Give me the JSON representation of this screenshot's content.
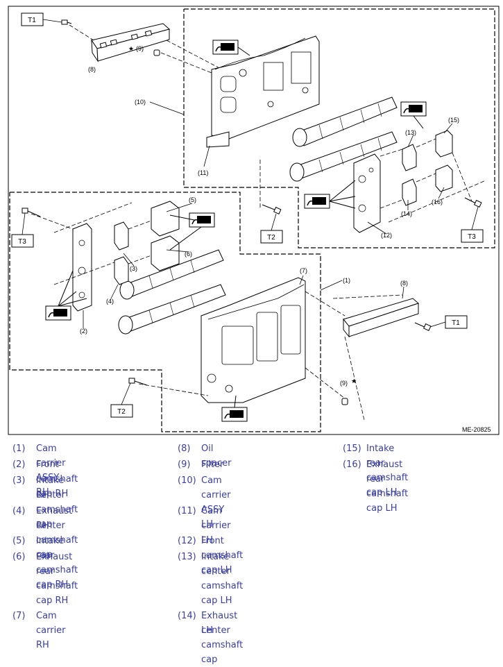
{
  "figure": {
    "id": "ME-20825",
    "tool_labels": [
      "T1",
      "T2",
      "T3",
      "T1",
      "T2",
      "T3"
    ],
    "callouts": {
      "c1": "(1)",
      "c2": "(2)",
      "c3": "(3)",
      "c4": "(4)",
      "c5": "(5)",
      "c6": "(6)",
      "c7": "(7)",
      "c8a": "(8)",
      "c8b": "(8)",
      "c9a": "(9)",
      "c9b": "(9)",
      "c10": "(10)",
      "c11": "(11)",
      "c12": "(12)",
      "c13": "(13)",
      "c14": "(14)",
      "c15": "(15)",
      "c16": "(16)"
    },
    "star": "★"
  },
  "legend": {
    "items": [
      {
        "num": "(1)",
        "text": "Cam carrier ASSY RH"
      },
      {
        "num": "(2)",
        "text": "Front camshaft cap RH"
      },
      {
        "num": "(3)",
        "text": "Intake center camshaft cap"
      },
      {
        "num": "",
        "text": "RH"
      },
      {
        "num": "(4)",
        "text": "Exhaust center camshaft cap"
      },
      {
        "num": "",
        "text": "RH"
      },
      {
        "num": "(5)",
        "text": "Intake rear camshaft cap RH"
      },
      {
        "num": "(6)",
        "text": "Exhaust rear camshaft cap RH"
      },
      {
        "num": "(7)",
        "text": "Cam carrier RH"
      },
      {
        "num": "(8)",
        "text": "Oil spacer"
      },
      {
        "num": "(9)",
        "text": "Filter"
      },
      {
        "num": "(10)",
        "text": "Cam carrier ASSY LH"
      },
      {
        "num": "(11)",
        "text": "Cam carrier LH"
      },
      {
        "num": "(12)",
        "text": "Front camshaft cap LH"
      },
      {
        "num": "(13)",
        "text": "Intake center camshaft cap LH"
      },
      {
        "num": "(14)",
        "text": "Exhaust center camshaft cap"
      },
      {
        "num": "",
        "text": "LH"
      },
      {
        "num": "(15)",
        "text": "Intake rear camshaft cap LH"
      },
      {
        "num": "(16)",
        "text": "Exhaust rear camshaft cap LH"
      }
    ]
  }
}
